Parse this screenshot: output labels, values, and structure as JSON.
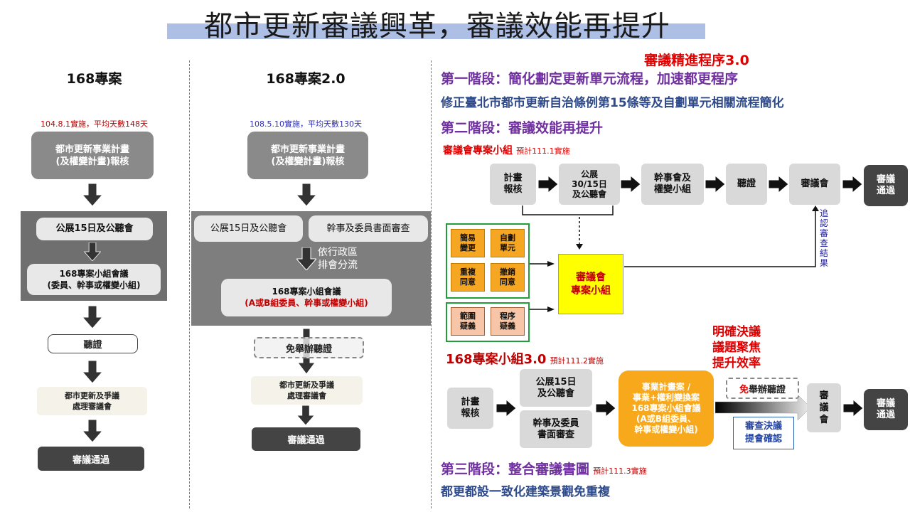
{
  "title": "都市更新審議興革，審議效能再提升",
  "col1": {
    "header": "168專案",
    "note": "104.8.1實施，平均天數148天",
    "box1": "都市更新事業計畫\n(及權變計畫)報核",
    "box2": "公展15日及公聽會",
    "box3": "168專案小組會議\n(委員、幹事或權變小組)",
    "box4": "聽證",
    "box5": "都市更新及爭議\n處理審議會",
    "box6": "審議通過"
  },
  "col2": {
    "header": "168專案2.0",
    "note": "108.5.10實施，平均天數130天",
    "box1": "都市更新事業計畫\n(及權變計畫)報核",
    "box2a": "公展15日及公聽會",
    "box2b": "幹事及委員書面審查",
    "arrow_label": "依行政區\n排會分流",
    "box3_line1": "168專案小組會議",
    "box3_line2": "(A或B組委員、幹事或權變小組)",
    "box4": "免舉辦聽證",
    "box5": "都市更新及爭議\n處理審議會",
    "box6": "審議通過"
  },
  "col3": {
    "header": "審議精進程序3.0",
    "stage1": "第一階段：簡化劃定更新單元流程，加速都更程序",
    "stage1_sub": "修正臺北市都市更新自治條例第15條等及自劃單元相關流程簡化",
    "stage2": "第二階段：審議效能再提升",
    "group1_title": "審議會專案小組",
    "group1_note": "預計111.1實施",
    "flow1": [
      "計畫\n報核",
      "公展\n30/15日\n及公聽會",
      "幹事會及\n權變小組",
      "聽證",
      "審議會",
      "審議\n通過"
    ],
    "side_label": "追\n認\n審\n查\n結\n果",
    "cats_top": [
      "簡易\n變更",
      "自劃\n單元",
      "重複\n同意",
      "撤銷\n同意"
    ],
    "cats_bottom": [
      "範圍\n疑義",
      "程序\n疑義"
    ],
    "yellow_box": "審議會\n專案小組",
    "red_note": "明確決議\n議題聚焦\n提升效率",
    "group2_title": "168專案小組3.0",
    "group2_note": "預計111.2實施",
    "flow2_report": "計畫\n報核",
    "flow2_public": "公展15日\n及公聽會",
    "flow2_review": "幹事及委員\n書面審查",
    "flow2_orange": "事業計畫案 /\n事業+權利變換案\n168專案小組會議\n(A或B組委員、\n幹事或權變小組)",
    "flow2_no_hearing_prefix": "免",
    "flow2_no_hearing_rest": "舉辦聽證",
    "flow2_confirm": "審查決議\n提會確認",
    "flow2_council": "審\n議\n會",
    "flow2_pass": "審議\n通過",
    "stage3": "第三階段：整合審議書圖",
    "stage3_note": "預計111.3實施",
    "stage3_sub": "都更都設一致化建築景觀免重複"
  },
  "colors": {
    "title_highlight": "#aebfe6",
    "accent_red": "#e00000",
    "stage_purple": "#7030a0",
    "sub_blue": "#2e4a8a",
    "orange": "#f5a623",
    "yellow": "#ffff00",
    "green_border": "#1f9e3a"
  }
}
